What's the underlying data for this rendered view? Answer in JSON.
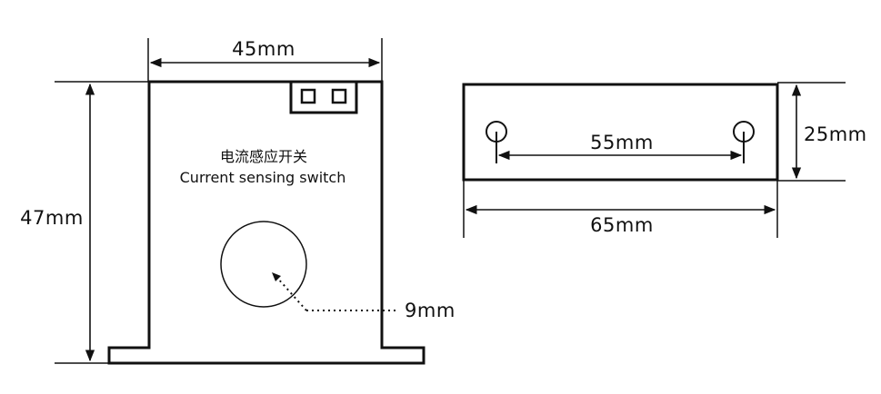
{
  "front_view": {
    "width_label": "45mm",
    "height_label": "47mm",
    "hole_label": "9mm",
    "title_cn": "电流感应开关",
    "title_en": "Current sensing switch"
  },
  "side_view": {
    "hole_spacing_label": "55mm",
    "length_label": "65mm",
    "height_label": "25mm"
  },
  "colors": {
    "line": "#111111",
    "background": "#ffffff"
  }
}
